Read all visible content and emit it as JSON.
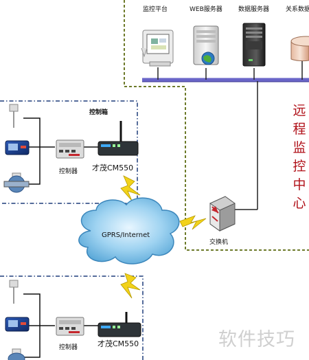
{
  "remote_center": {
    "labels": {
      "monitor": "监控平台",
      "web": "WEB服务器",
      "data": "数据服务器",
      "db": "关系数据"
    },
    "vertical_title": [
      "远",
      "程",
      "监",
      "控",
      "中",
      "心"
    ],
    "switch_label": "交换机"
  },
  "cloud_label": "GPRS/Internet",
  "box1": {
    "title": "控制箱",
    "controller_label": "控制器",
    "device_label": "才茂CM550"
  },
  "box2": {
    "controller_label": "控制器",
    "device_label": "才茂CM550"
  },
  "watermark": "软件技巧",
  "colors": {
    "olive_border": "#6d7a2a",
    "blue_dashed": "#1d3b7a",
    "bus": "#6a66c8",
    "remote_title": "#b01018",
    "lightning": "#f2d21a",
    "cloud": "#6ab7e3"
  }
}
